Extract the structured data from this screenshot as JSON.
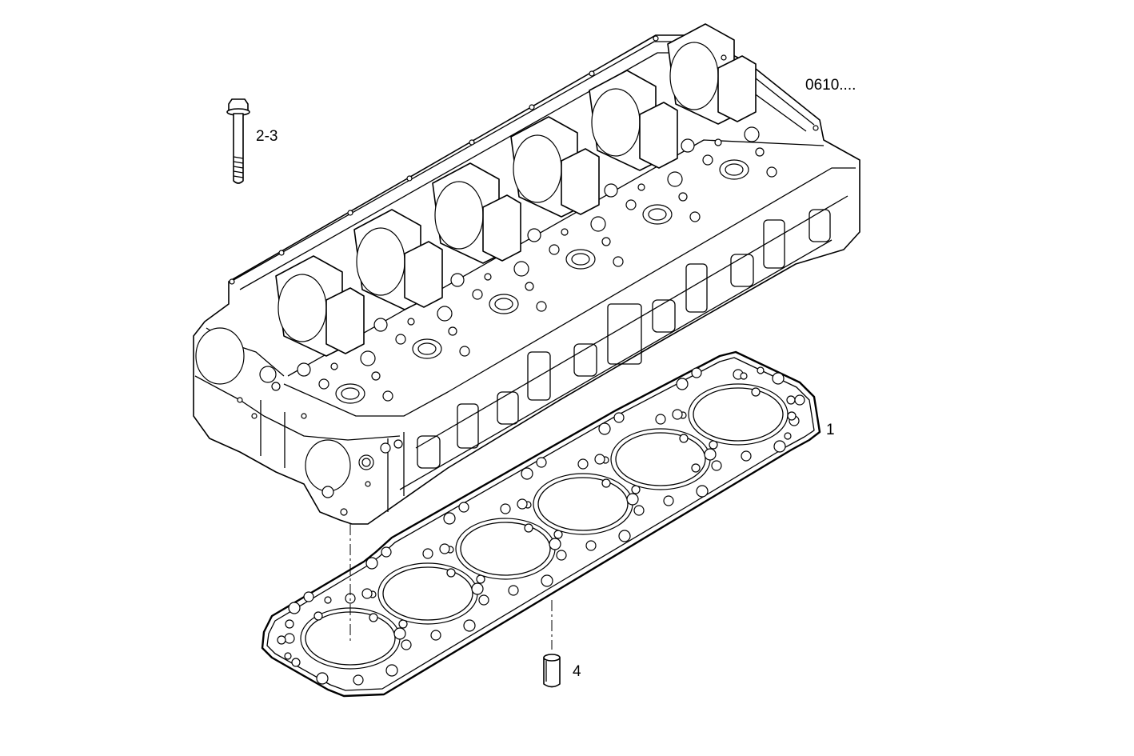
{
  "drawing": {
    "code_label": "0610....",
    "callouts": {
      "bolt": "2-3",
      "gasket": "1",
      "dowel": "4"
    }
  },
  "parts": [
    {
      "ref": "1",
      "icon": "head-gasket-icon"
    },
    {
      "ref": "2-3",
      "icon": "flange-bolt-icon"
    },
    {
      "ref": "4",
      "icon": "dowel-sleeve-icon"
    },
    {
      "ref": "",
      "icon": "cylinder-head-icon"
    }
  ]
}
